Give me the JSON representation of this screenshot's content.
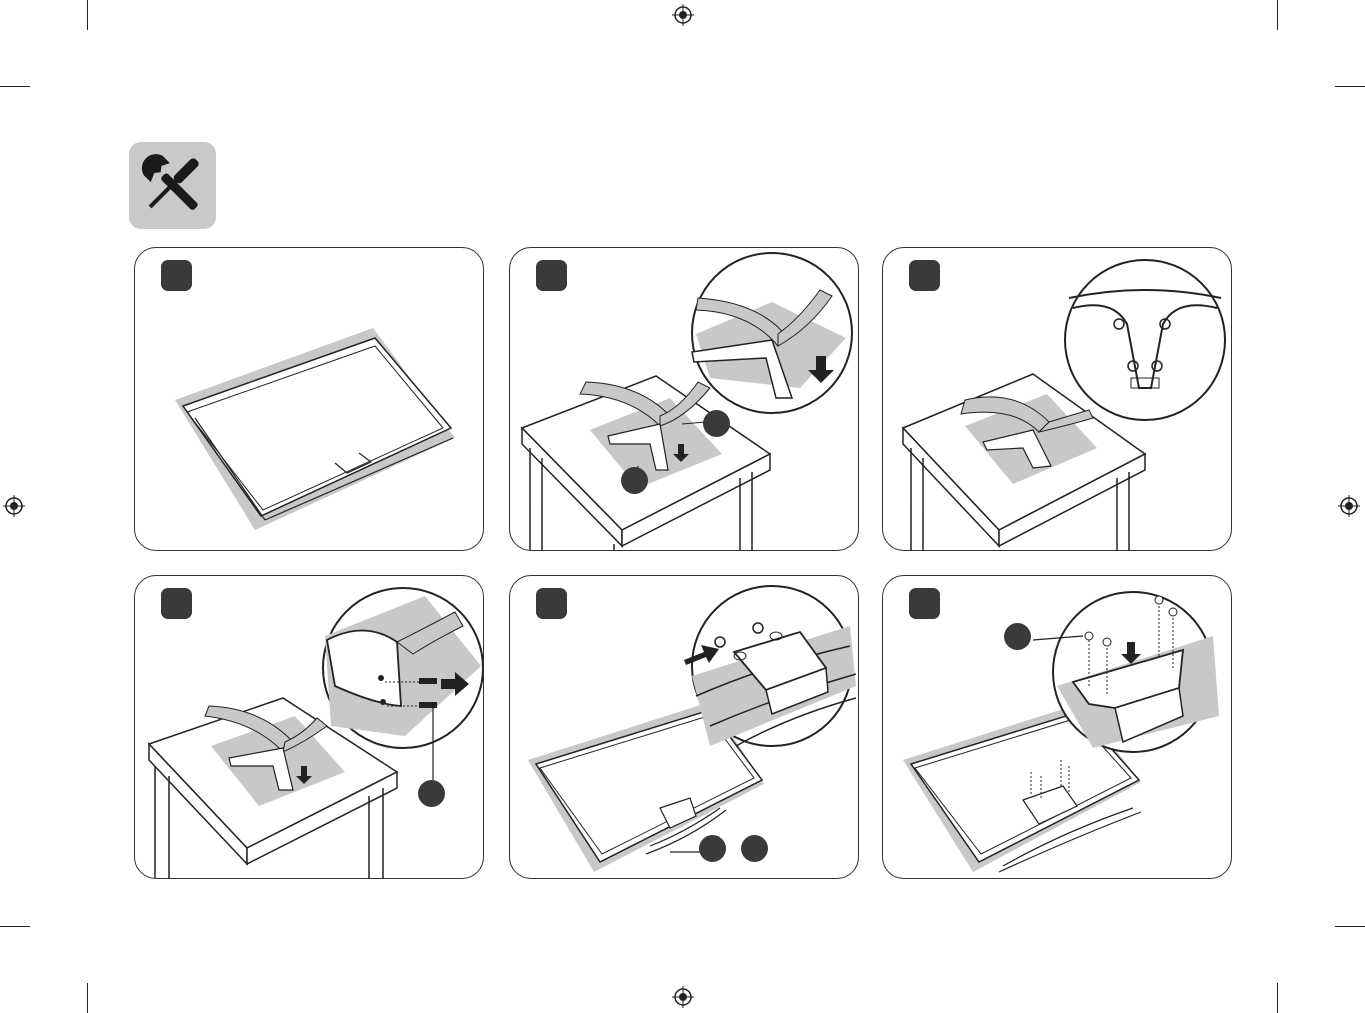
{
  "page": {
    "background": "#ffffff",
    "ink": "#222222",
    "shadow": "#c8c8c8"
  },
  "header": {
    "tools_icon": "screwdriver-and-wrench-icon"
  },
  "steps": [
    {
      "id": "step-1",
      "icon": "tv-face-down-icon"
    },
    {
      "id": "step-2",
      "icon": "stand-insert-icon"
    },
    {
      "id": "step-3",
      "icon": "stand-screw-holes-icon"
    },
    {
      "id": "step-4",
      "icon": "stand-screw-fasten-icon"
    },
    {
      "id": "step-5",
      "icon": "stand-base-attach-icon"
    },
    {
      "id": "step-6",
      "icon": "tv-screw-fasten-icon"
    }
  ]
}
